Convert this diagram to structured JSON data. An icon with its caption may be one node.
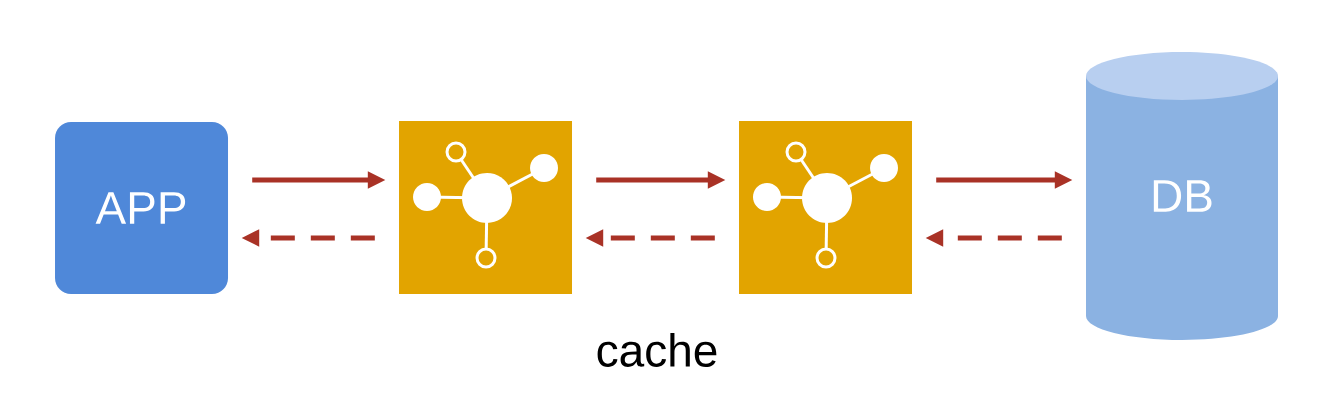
{
  "diagram": {
    "nodes": [
      {
        "text": [
          "APP"
        ]
      },
      {
        "text": [],
        "shape": "box"
      },
      {
        "text": [],
        "shape": "box"
      },
      {
        "text": [
          "DB"
        ]
      }
    ],
    "edges": [
      {
        "from": 0,
        "to": 1,
        "arrow": "to"
      },
      {
        "from": 1,
        "to": 0,
        "arrow": "to",
        "style": "dashed"
      },
      {
        "from": 1,
        "to": 2,
        "arrow": "to"
      },
      {
        "from": 2,
        "to": 1,
        "arrow": "to",
        "style": "dashed"
      },
      {
        "from": 2,
        "to": 3,
        "arrow": "to"
      },
      {
        "from": 3,
        "to": 2,
        "arrow": "to",
        "style": "dashed"
      }
    ],
    "labels": [
      "cache"
    ]
  }
}
